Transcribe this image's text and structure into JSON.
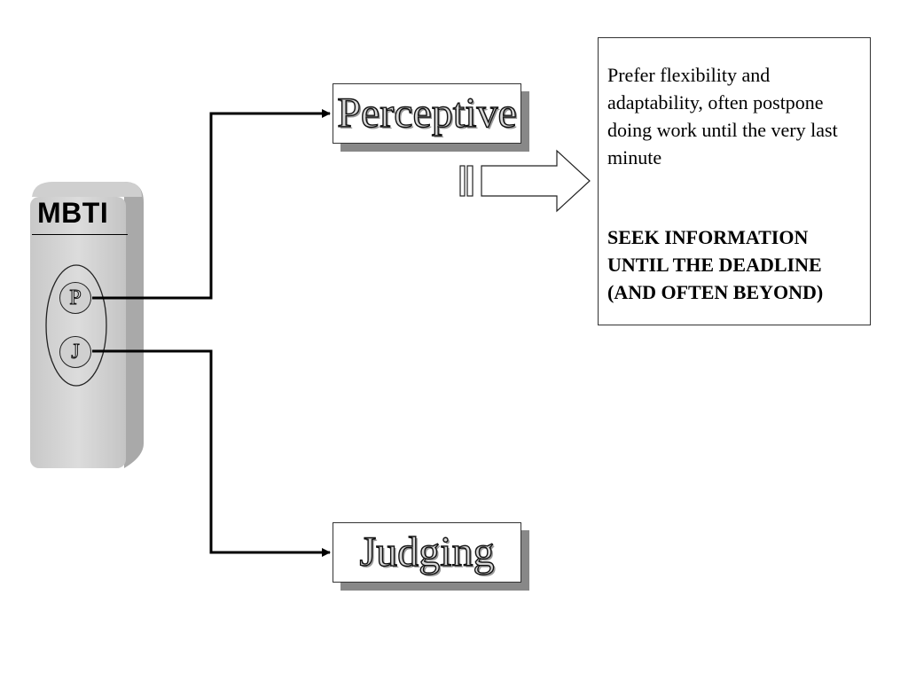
{
  "mbti": {
    "label": "MBTI",
    "letters": {
      "p": "P",
      "j": "J"
    }
  },
  "types": {
    "perceptive": "Perceptive",
    "judging": "Judging"
  },
  "description": {
    "text": "Prefer flexibility and adaptability, often postpone doing work until the very last minute",
    "emphasis": "SEEK INFORMATION UNTIL THE DEADLINE (AND OFTEN BEYOND)"
  },
  "colors": {
    "background": "#ffffff",
    "device_light": "#d9d9d9",
    "device_side": "#a9a9a9",
    "shadow": "#888888",
    "lines": "#000000"
  }
}
